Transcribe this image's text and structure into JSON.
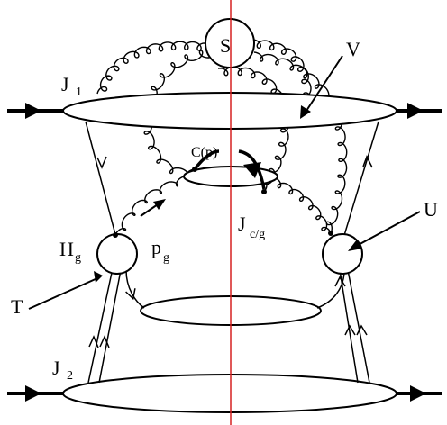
{
  "diagram": {
    "labels": {
      "S": "S",
      "V": "V",
      "J1": "J",
      "J1_sub": "1",
      "Cp": "C(p)",
      "U": "U",
      "Hg": "H",
      "Hg_sub": "g",
      "pg": "p",
      "pg_sub": "g",
      "Jcg": "J",
      "Jcg_sub": "c/g",
      "T": "T",
      "J2": "J",
      "J2_sub": "2"
    },
    "colors": {
      "ink": "#000000",
      "cut_line": "#d62020",
      "background": "#ffffff"
    }
  }
}
